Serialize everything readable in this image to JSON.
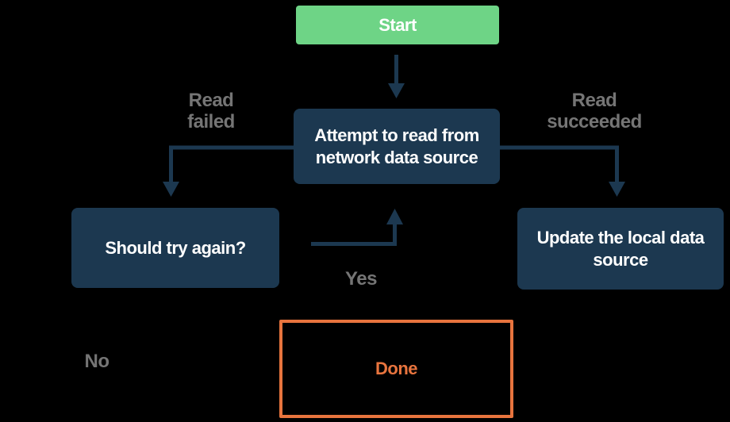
{
  "nodes": {
    "start": {
      "label": "Start"
    },
    "attempt": {
      "label": "Attempt to read from\nnetwork data source"
    },
    "should_try": {
      "label": "Should try again?"
    },
    "update": {
      "label": "Update the local data\nsource"
    },
    "done": {
      "label": "Done"
    }
  },
  "edge_labels": {
    "read_failed": "Read\nfailed",
    "read_succeeded": "Read\nsucceeded",
    "yes": "Yes",
    "no": "No"
  },
  "colors": {
    "background": "#000000",
    "start_fill": "#6ed486",
    "node_fill": "#1c3850",
    "arrow": "#1c3850",
    "label_text": "#757575",
    "done_accent": "#e8743e",
    "node_text": "#ffffff"
  }
}
